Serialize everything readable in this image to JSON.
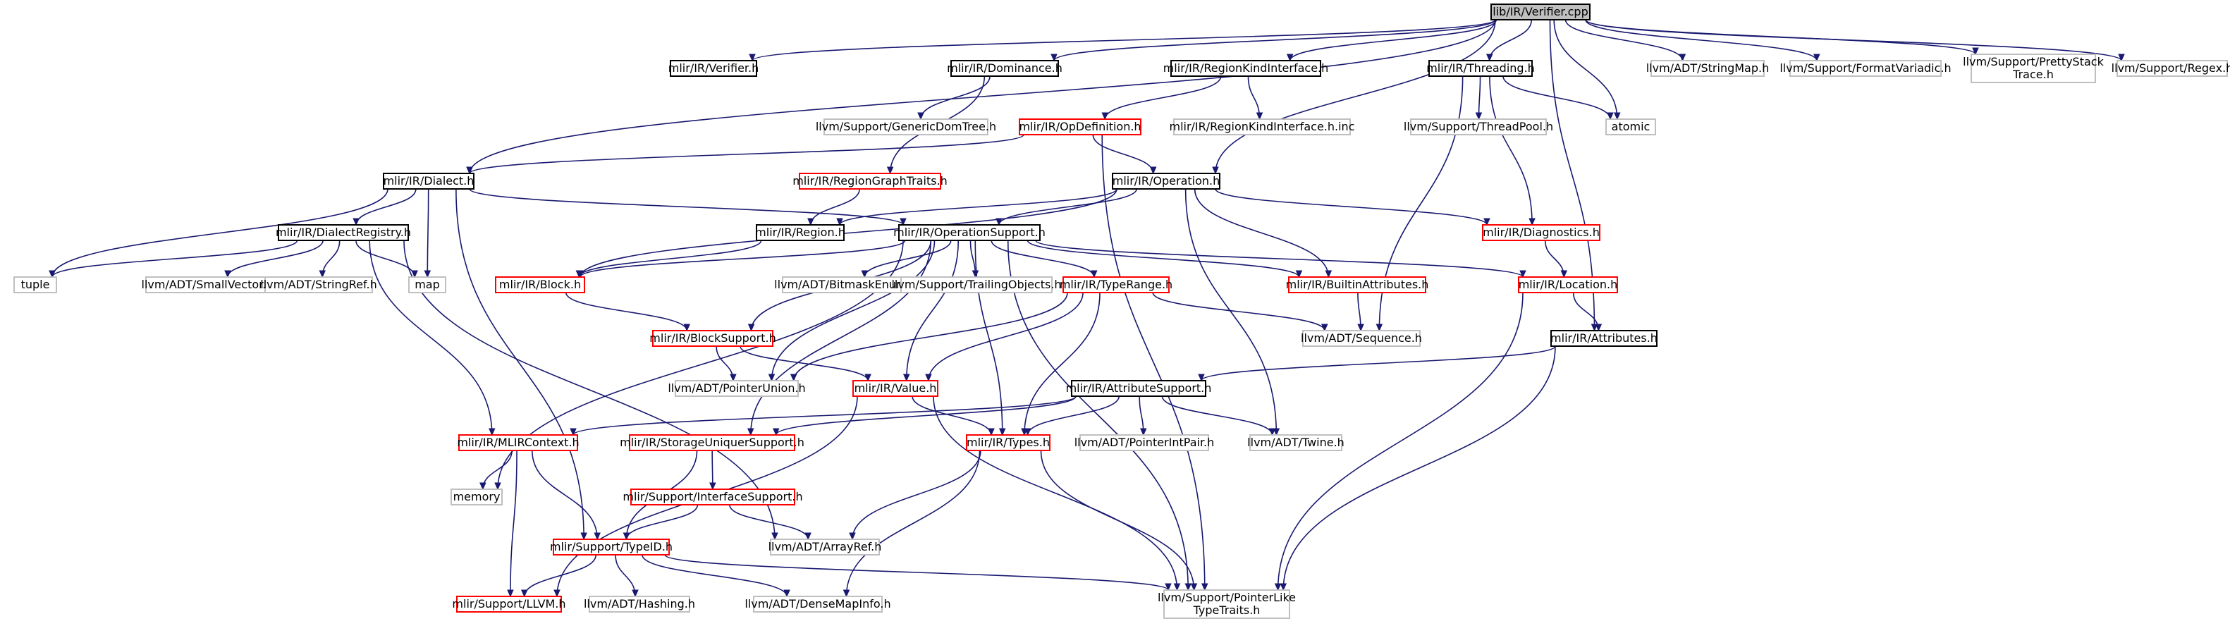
{
  "graph": {
    "colors": {
      "root_fill": "#bfbfbf",
      "edge": "#191970",
      "black_border": "#000000",
      "red_border": "#ff0000",
      "gray_border": "#bfbfbf"
    },
    "nodes": [
      {
        "id": "verifier_cpp",
        "label": [
          "lib/IR/Verifier.cpp"
        ],
        "style": "root"
      },
      {
        "id": "verifier_h",
        "label": [
          "mlir/IR/Verifier.h"
        ],
        "style": "black"
      },
      {
        "id": "dominance_h",
        "label": [
          "mlir/IR/Dominance.h"
        ],
        "style": "black"
      },
      {
        "id": "regionkindinterface_h",
        "label": [
          "mlir/IR/RegionKindInterface.h"
        ],
        "style": "black"
      },
      {
        "id": "threading_h",
        "label": [
          "mlir/IR/Threading.h"
        ],
        "style": "black"
      },
      {
        "id": "stringmap_h",
        "label": [
          "llvm/ADT/StringMap.h"
        ],
        "style": "gray"
      },
      {
        "id": "formatvariadic_h",
        "label": [
          "llvm/Support/FormatVariadic.h"
        ],
        "style": "gray"
      },
      {
        "id": "prettystacktrace_h",
        "label": [
          "llvm/Support/PrettyStack",
          "Trace.h"
        ],
        "style": "gray"
      },
      {
        "id": "regex_h",
        "label": [
          "llvm/Support/Regex.h"
        ],
        "style": "gray"
      },
      {
        "id": "genericdomtree_h",
        "label": [
          "llvm/Support/GenericDomTree.h"
        ],
        "style": "gray"
      },
      {
        "id": "opdefinition_h",
        "label": [
          "mlir/IR/OpDefinition.h"
        ],
        "style": "red"
      },
      {
        "id": "regionkindinterface_h_inc",
        "label": [
          "mlir/IR/RegionKindInterface.h.inc"
        ],
        "style": "gray"
      },
      {
        "id": "threadpool_h",
        "label": [
          "llvm/Support/ThreadPool.h"
        ],
        "style": "gray"
      },
      {
        "id": "atomic",
        "label": [
          "atomic"
        ],
        "style": "gray"
      },
      {
        "id": "dialect_h",
        "label": [
          "mlir/IR/Dialect.h"
        ],
        "style": "black"
      },
      {
        "id": "regiongraphtraits_h",
        "label": [
          "mlir/IR/RegionGraphTraits.h"
        ],
        "style": "red"
      },
      {
        "id": "operation_h",
        "label": [
          "mlir/IR/Operation.h"
        ],
        "style": "black"
      },
      {
        "id": "dialectregistry_h",
        "label": [
          "mlir/IR/DialectRegistry.h"
        ],
        "style": "black"
      },
      {
        "id": "region_h",
        "label": [
          "mlir/IR/Region.h"
        ],
        "style": "black"
      },
      {
        "id": "operationsupport_h",
        "label": [
          "mlir/IR/OperationSupport.h"
        ],
        "style": "black"
      },
      {
        "id": "diagnostics_h",
        "label": [
          "mlir/IR/Diagnostics.h"
        ],
        "style": "red"
      },
      {
        "id": "tuple",
        "label": [
          "tuple"
        ],
        "style": "gray"
      },
      {
        "id": "smallvector_h",
        "label": [
          "llvm/ADT/SmallVector.h"
        ],
        "style": "gray"
      },
      {
        "id": "stringref_h",
        "label": [
          "llvm/ADT/StringRef.h"
        ],
        "style": "gray"
      },
      {
        "id": "map",
        "label": [
          "map"
        ],
        "style": "gray"
      },
      {
        "id": "block_h",
        "label": [
          "mlir/IR/Block.h"
        ],
        "style": "red"
      },
      {
        "id": "bitmaskenum_h",
        "label": [
          "llvm/ADT/BitmaskEnum.h"
        ],
        "style": "gray"
      },
      {
        "id": "trailingobjects_h",
        "label": [
          "llvm/Support/TrailingObjects.h"
        ],
        "style": "gray"
      },
      {
        "id": "typerange_h",
        "label": [
          "mlir/IR/TypeRange.h"
        ],
        "style": "red"
      },
      {
        "id": "builtinattributes_h",
        "label": [
          "mlir/IR/BuiltinAttributes.h"
        ],
        "style": "red"
      },
      {
        "id": "location_h",
        "label": [
          "mlir/IR/Location.h"
        ],
        "style": "red"
      },
      {
        "id": "blocksupport_h",
        "label": [
          "mlir/IR/BlockSupport.h"
        ],
        "style": "red"
      },
      {
        "id": "sequence_h",
        "label": [
          "llvm/ADT/Sequence.h"
        ],
        "style": "gray"
      },
      {
        "id": "attributes_h",
        "label": [
          "mlir/IR/Attributes.h"
        ],
        "style": "black"
      },
      {
        "id": "pointerunion_h",
        "label": [
          "llvm/ADT/PointerUnion.h"
        ],
        "style": "gray"
      },
      {
        "id": "value_h",
        "label": [
          "mlir/IR/Value.h"
        ],
        "style": "red"
      },
      {
        "id": "attributesupport_h",
        "label": [
          "mlir/IR/AttributeSupport.h"
        ],
        "style": "black"
      },
      {
        "id": "mlircontext_h",
        "label": [
          "mlir/IR/MLIRContext.h"
        ],
        "style": "red"
      },
      {
        "id": "storageuniquersupport_h",
        "label": [
          "mlir/IR/StorageUniquerSupport.h"
        ],
        "style": "red"
      },
      {
        "id": "types_h",
        "label": [
          "mlir/IR/Types.h"
        ],
        "style": "red"
      },
      {
        "id": "pointerintpair_h",
        "label": [
          "llvm/ADT/PointerIntPair.h"
        ],
        "style": "gray"
      },
      {
        "id": "twine_h",
        "label": [
          "llvm/ADT/Twine.h"
        ],
        "style": "gray"
      },
      {
        "id": "memory",
        "label": [
          "memory"
        ],
        "style": "gray"
      },
      {
        "id": "interfacesupport_h",
        "label": [
          "mlir/Support/InterfaceSupport.h"
        ],
        "style": "red"
      },
      {
        "id": "arrayref_h",
        "label": [
          "llvm/ADT/ArrayRef.h"
        ],
        "style": "gray"
      },
      {
        "id": "typeid_h",
        "label": [
          "mlir/Support/TypeID.h"
        ],
        "style": "red"
      },
      {
        "id": "llvm_h",
        "label": [
          "mlir/Support/LLVM.h"
        ],
        "style": "red"
      },
      {
        "id": "hashing_h",
        "label": [
          "llvm/ADT/Hashing.h"
        ],
        "style": "gray"
      },
      {
        "id": "densemapinfo_h",
        "label": [
          "llvm/ADT/DenseMapInfo.h"
        ],
        "style": "gray"
      },
      {
        "id": "pointerliketypetraits_h",
        "label": [
          "llvm/Support/PointerLike",
          "TypeTraits.h"
        ],
        "style": "gray"
      }
    ],
    "edges": [
      [
        "verifier_cpp",
        "verifier_h"
      ],
      [
        "verifier_cpp",
        "dominance_h"
      ],
      [
        "verifier_cpp",
        "regionkindinterface_h"
      ],
      [
        "verifier_cpp",
        "threading_h"
      ],
      [
        "verifier_cpp",
        "stringmap_h"
      ],
      [
        "verifier_cpp",
        "formatvariadic_h"
      ],
      [
        "verifier_cpp",
        "prettystacktrace_h"
      ],
      [
        "verifier_cpp",
        "regex_h"
      ],
      [
        "verifier_cpp",
        "dialect_h"
      ],
      [
        "verifier_cpp",
        "operation_h"
      ],
      [
        "verifier_cpp",
        "atomic"
      ],
      [
        "verifier_cpp",
        "attributes_h"
      ],
      [
        "dominance_h",
        "genericdomtree_h"
      ],
      [
        "dominance_h",
        "regiongraphtraits_h"
      ],
      [
        "regionkindinterface_h",
        "opdefinition_h"
      ],
      [
        "regionkindinterface_h",
        "regionkindinterface_h_inc"
      ],
      [
        "threading_h",
        "threadpool_h"
      ],
      [
        "threading_h",
        "atomic"
      ],
      [
        "threading_h",
        "diagnostics_h"
      ],
      [
        "threading_h",
        "sequence_h"
      ],
      [
        "opdefinition_h",
        "dialect_h"
      ],
      [
        "opdefinition_h",
        "operation_h"
      ],
      [
        "opdefinition_h",
        "pointerliketypetraits_h"
      ],
      [
        "regiongraphtraits_h",
        "region_h"
      ],
      [
        "dialect_h",
        "dialectregistry_h"
      ],
      [
        "dialect_h",
        "operationsupport_h"
      ],
      [
        "dialect_h",
        "map"
      ],
      [
        "dialect_h",
        "tuple"
      ],
      [
        "dialect_h",
        "typeid_h"
      ],
      [
        "operation_h",
        "region_h"
      ],
      [
        "operation_h",
        "operationsupport_h"
      ],
      [
        "operation_h",
        "diagnostics_h"
      ],
      [
        "operation_h",
        "builtinattributes_h"
      ],
      [
        "operation_h",
        "block_h"
      ],
      [
        "operation_h",
        "twine_h"
      ],
      [
        "dialectregistry_h",
        "tuple"
      ],
      [
        "dialectregistry_h",
        "smallvector_h"
      ],
      [
        "dialectregistry_h",
        "stringref_h"
      ],
      [
        "dialectregistry_h",
        "map"
      ],
      [
        "dialectregistry_h",
        "mlircontext_h"
      ],
      [
        "dialectregistry_h",
        "arrayref_h"
      ],
      [
        "region_h",
        "block_h"
      ],
      [
        "operationsupport_h",
        "block_h"
      ],
      [
        "operationsupport_h",
        "bitmaskenum_h"
      ],
      [
        "operationsupport_h",
        "trailingobjects_h"
      ],
      [
        "operationsupport_h",
        "typerange_h"
      ],
      [
        "operationsupport_h",
        "builtinattributes_h"
      ],
      [
        "operationsupport_h",
        "location_h"
      ],
      [
        "operationsupport_h",
        "blocksupport_h"
      ],
      [
        "operationsupport_h",
        "pointerunion_h"
      ],
      [
        "operationsupport_h",
        "value_h"
      ],
      [
        "operationsupport_h",
        "memory"
      ],
      [
        "operationsupport_h",
        "storageuniquersupport_h"
      ],
      [
        "operationsupport_h",
        "types_h"
      ],
      [
        "operationsupport_h",
        "pointerliketypetraits_h"
      ],
      [
        "diagnostics_h",
        "location_h"
      ],
      [
        "block_h",
        "blocksupport_h"
      ],
      [
        "typerange_h",
        "sequence_h"
      ],
      [
        "typerange_h",
        "pointerunion_h"
      ],
      [
        "typerange_h",
        "value_h"
      ],
      [
        "typerange_h",
        "types_h"
      ],
      [
        "builtinattributes_h",
        "sequence_h"
      ],
      [
        "location_h",
        "attributes_h"
      ],
      [
        "location_h",
        "pointerliketypetraits_h"
      ],
      [
        "blocksupport_h",
        "pointerunion_h"
      ],
      [
        "blocksupport_h",
        "value_h"
      ],
      [
        "attributes_h",
        "attributesupport_h"
      ],
      [
        "attributes_h",
        "pointerliketypetraits_h"
      ],
      [
        "value_h",
        "types_h"
      ],
      [
        "value_h",
        "llvm_h"
      ],
      [
        "value_h",
        "pointerliketypetraits_h"
      ],
      [
        "attributesupport_h",
        "mlircontext_h"
      ],
      [
        "attributesupport_h",
        "storageuniquersupport_h"
      ],
      [
        "attributesupport_h",
        "types_h"
      ],
      [
        "attributesupport_h",
        "pointerintpair_h"
      ],
      [
        "attributesupport_h",
        "twine_h"
      ],
      [
        "mlircontext_h",
        "memory"
      ],
      [
        "mlircontext_h",
        "typeid_h"
      ],
      [
        "mlircontext_h",
        "llvm_h"
      ],
      [
        "storageuniquersupport_h",
        "interfacesupport_h"
      ],
      [
        "storageuniquersupport_h",
        "typeid_h"
      ],
      [
        "types_h",
        "arrayref_h"
      ],
      [
        "types_h",
        "densemapinfo_h"
      ],
      [
        "types_h",
        "pointerliketypetraits_h"
      ],
      [
        "interfacesupport_h",
        "typeid_h"
      ],
      [
        "interfacesupport_h",
        "arrayref_h"
      ],
      [
        "typeid_h",
        "llvm_h"
      ],
      [
        "typeid_h",
        "hashing_h"
      ],
      [
        "typeid_h",
        "densemapinfo_h"
      ],
      [
        "typeid_h",
        "pointerliketypetraits_h"
      ]
    ]
  }
}
